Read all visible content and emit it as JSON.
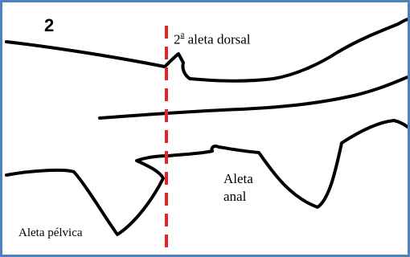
{
  "figure": {
    "number": "2",
    "labels": {
      "dorsal_prefix": "2",
      "dorsal_ordinal": "a",
      "dorsal_text": "aleta dorsal",
      "anal_line1": "Aleta",
      "anal_line2": "anal",
      "pelvic": "Aleta pélvica"
    },
    "colors": {
      "outline": "#000000",
      "cut_line": "#e8202a",
      "frame_border": "#4f81bd"
    }
  }
}
